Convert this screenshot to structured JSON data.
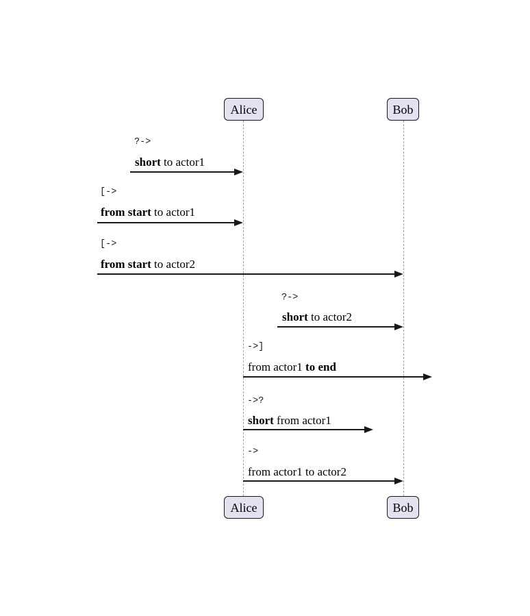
{
  "diagram": {
    "type": "sequence",
    "actors": [
      {
        "name": "Alice"
      },
      {
        "name": "Bob"
      }
    ],
    "messages": [
      {
        "operator": "?->",
        "segments": [
          {
            "text": "short",
            "bold": true
          },
          {
            "text": " to actor1",
            "bold": false
          }
        ],
        "from": "short-gap-left",
        "to": "Alice"
      },
      {
        "operator": "[->",
        "segments": [
          {
            "text": "from start",
            "bold": true
          },
          {
            "text": " to actor1",
            "bold": false
          }
        ],
        "from": "diagram-left-edge",
        "to": "Alice"
      },
      {
        "operator": "[->",
        "segments": [
          {
            "text": "from start",
            "bold": true
          },
          {
            "text": " to actor2",
            "bold": false
          }
        ],
        "from": "diagram-left-edge",
        "to": "Bob"
      },
      {
        "operator": "?->",
        "segments": [
          {
            "text": "short",
            "bold": true
          },
          {
            "text": " to actor2",
            "bold": false
          }
        ],
        "from": "short-gap-mid",
        "to": "Bob"
      },
      {
        "operator": "->]",
        "segments": [
          {
            "text": "from actor1 ",
            "bold": false
          },
          {
            "text": "to end",
            "bold": true
          }
        ],
        "from": "Alice",
        "to": "diagram-right-edge"
      },
      {
        "operator": "->?",
        "segments": [
          {
            "text": "short",
            "bold": true
          },
          {
            "text": " from actor1",
            "bold": false
          }
        ],
        "from": "Alice",
        "to": "short-gap-right"
      },
      {
        "operator": "->",
        "segments": [
          {
            "text": "from actor1 to actor2",
            "bold": false
          }
        ],
        "from": "Alice",
        "to": "Bob"
      }
    ],
    "colors": {
      "actor_fill": "#E2E2F0",
      "actor_border": "#181818",
      "lifeline": "#A3A3A3",
      "arrow": "#181818",
      "background": "#FFFFFF"
    }
  }
}
